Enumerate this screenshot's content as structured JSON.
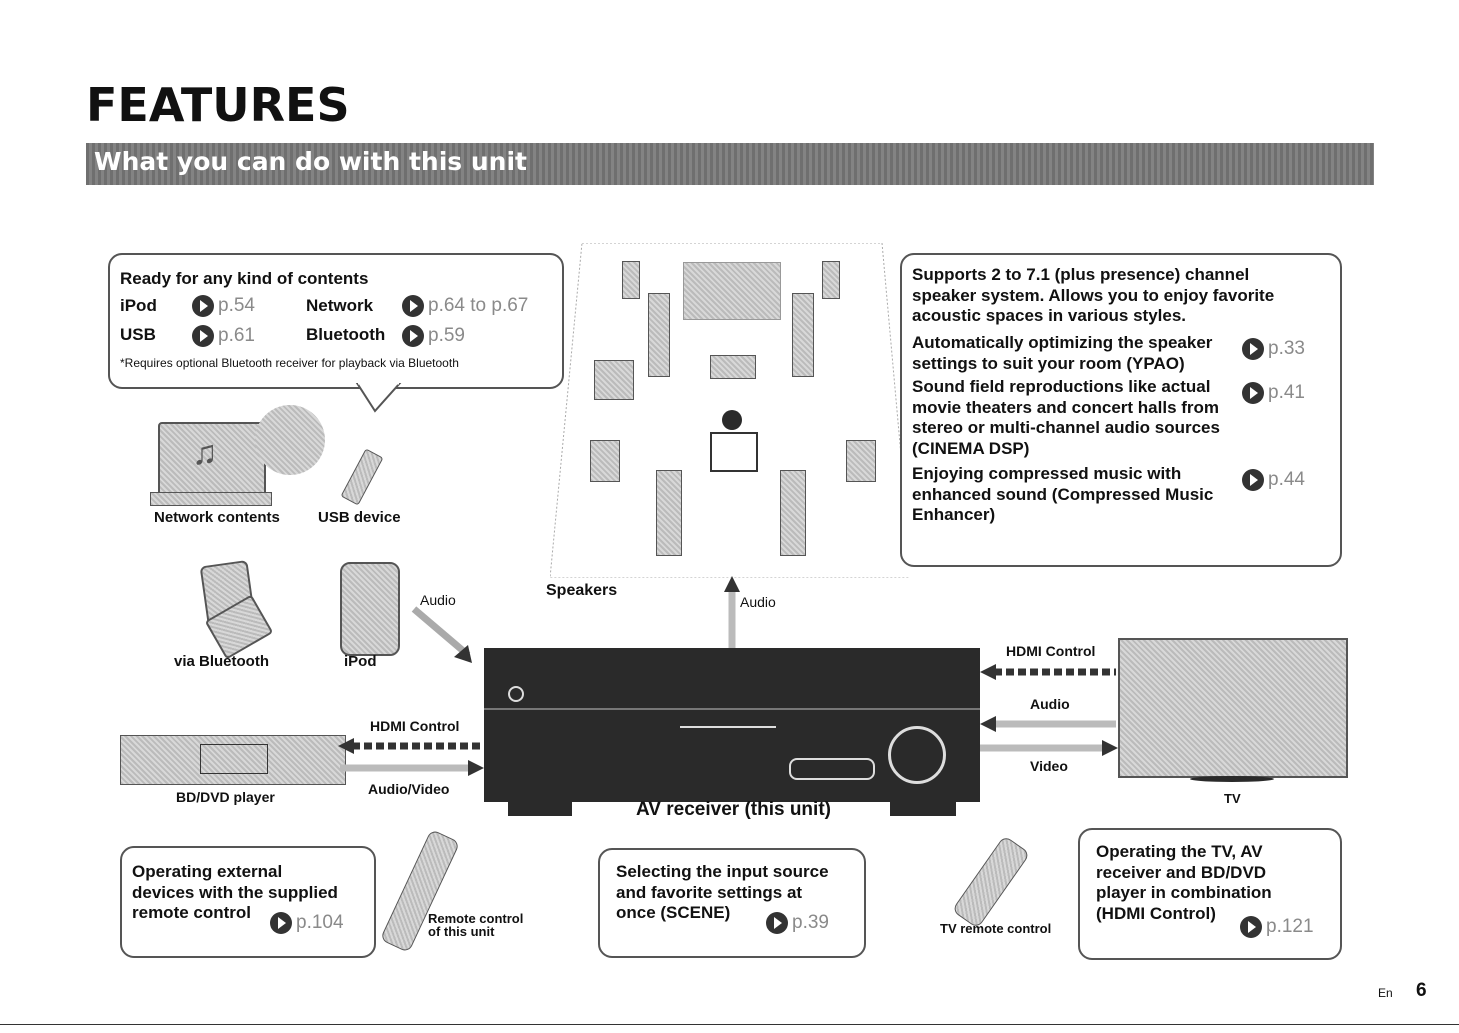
{
  "page": {
    "title": "FEATURES",
    "section": "What you can do with this unit",
    "lang": "En",
    "number": "6"
  },
  "contents_box": {
    "heading": "Ready for any kind of contents",
    "ipod": "iPod",
    "ipod_page": "p.54",
    "network": "Network",
    "network_page": "p.64 to p.67",
    "usb": "USB",
    "usb_page": "p.61",
    "bluetooth": "Bluetooth",
    "bluetooth_page": "p.59",
    "note": "*Requires optional Bluetooth receiver for playback via Bluetooth"
  },
  "speaker_box": {
    "intro": [
      "Supports 2 to 7.1 (plus presence) channel",
      "speaker system. Allows you to enjoy favorite",
      "acoustic spaces in various styles."
    ],
    "item1": [
      "Automatically optimizing the speaker",
      "settings to suit your room (YPAO)"
    ],
    "item1_page": "p.33",
    "item2": [
      "Sound field reproductions like actual",
      "movie theaters and concert halls from",
      "stereo or multi-channel audio sources",
      "(CINEMA DSP)"
    ],
    "item2_page": "p.41",
    "item3": [
      "Enjoying compressed music with",
      "enhanced sound (Compressed Music",
      "Enhancer)"
    ],
    "item3_page": "p.44"
  },
  "labels": {
    "network_contents": "Network contents",
    "usb_device": "USB device",
    "via_bluetooth": "via Bluetooth",
    "ipod": "iPod",
    "audio_ipod": "Audio",
    "speakers": "Speakers",
    "audio_speakers": "Audio",
    "hdmi_control_left": "HDMI Control",
    "audio_video": "Audio/Video",
    "bd_dvd": "BD/DVD player",
    "hdmi_control_right": "HDMI Control",
    "audio_tv": "Audio",
    "video_tv": "Video",
    "tv": "TV",
    "av_receiver": "AV receiver (this unit)",
    "remote_this_unit": [
      "Remote control",
      "of this unit"
    ],
    "tv_remote": "TV remote control"
  },
  "bottom_boxes": {
    "remote": {
      "text": [
        "Operating external",
        "devices with the supplied",
        "remote control"
      ],
      "page": "p.104"
    },
    "scene": {
      "text": [
        "Selecting the input source",
        "and favorite settings at",
        "once (SCENE)"
      ],
      "page": "p.39"
    },
    "hdmi": {
      "text": [
        "Operating the TV, AV",
        "receiver and BD/DVD",
        "player in combination",
        "(HDMI Control)"
      ],
      "page": "p.121"
    }
  }
}
